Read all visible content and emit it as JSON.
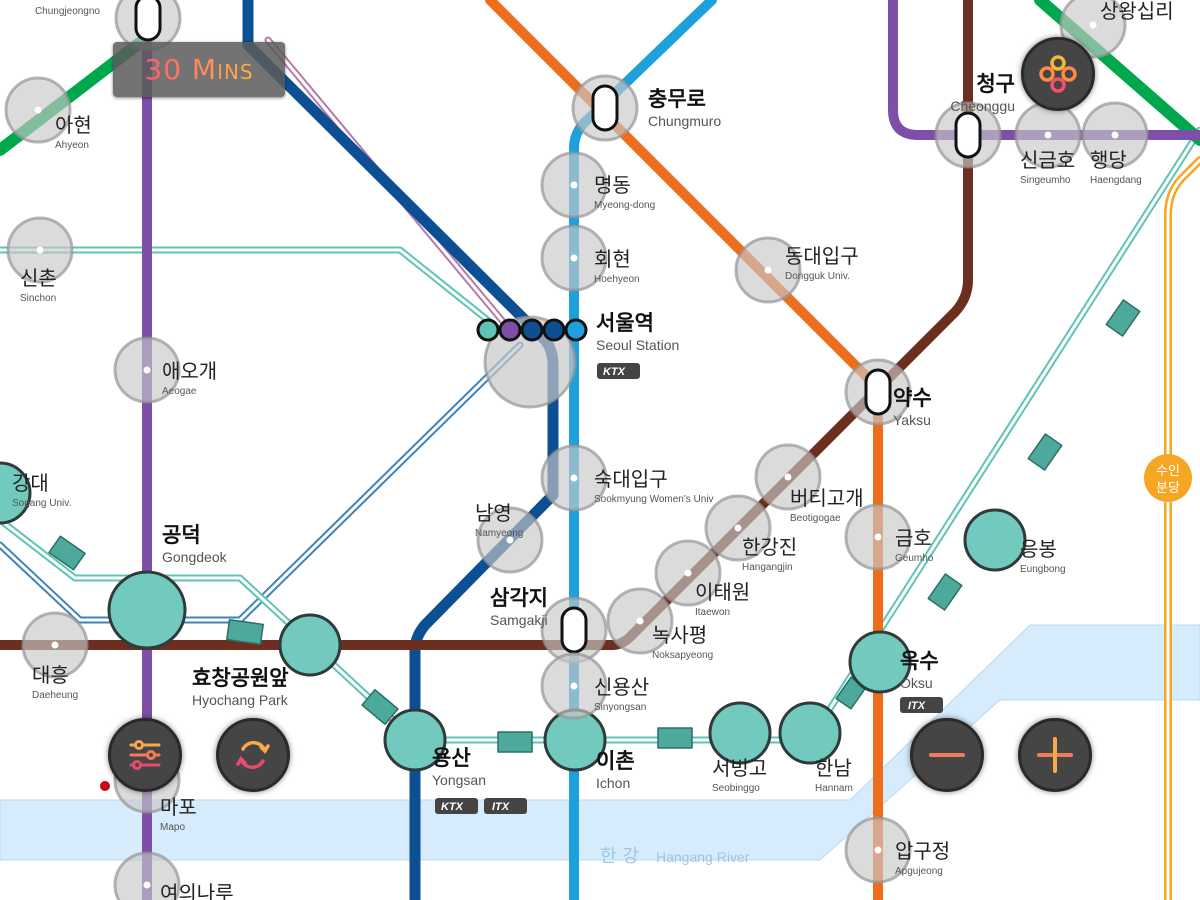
{
  "timer_badge": {
    "label": "30 Mins"
  },
  "buttons": {
    "filter": {
      "icon": "sliders-icon"
    },
    "refresh": {
      "icon": "refresh-icon"
    },
    "zoom_out": {
      "icon": "minus-icon"
    },
    "zoom_in": {
      "icon": "plus-icon"
    },
    "menu": {
      "icon": "rings-menu-icon"
    }
  },
  "colors": {
    "line1": "#0c4f93",
    "line2": "#00a84d",
    "line3": "#ef6c1a",
    "line4": "#1ea0dc",
    "line5": "#7d4fa8",
    "line6": "#6b2e1f",
    "gyeongui": "#5fc4b5",
    "airport": "#3f82b8",
    "bundang": "#f5a623",
    "river": "#d6ebfb",
    "accent": "#ff8a50"
  },
  "river_label": {
    "ko": "한 강",
    "en": "Hangang River"
  },
  "bundang_badge": {
    "label1": "수인",
    "label2": "분당"
  },
  "service_badges": {
    "ktx": "KTX",
    "itx": "ITX"
  },
  "stations": [
    {
      "ko": "",
      "en": "Chungjeongno"
    },
    {
      "ko": "아현",
      "en": "Ahyeon"
    },
    {
      "ko": "신촌",
      "en": "Sinchon"
    },
    {
      "ko": "애오개",
      "en": "Aeogae"
    },
    {
      "ko": "강대",
      "en": "Sogang Univ."
    },
    {
      "ko": "공덕",
      "en": "Gongdeok"
    },
    {
      "ko": "대흥",
      "en": "Daeheung"
    },
    {
      "ko": "효창공원앞",
      "en": "Hyochang Park"
    },
    {
      "ko": "마포",
      "en": "Mapo"
    },
    {
      "ko": "여의나루",
      "en": ""
    },
    {
      "ko": "용산",
      "en": "Yongsan"
    },
    {
      "ko": "이촌",
      "en": "Ichon"
    },
    {
      "ko": "서빙고",
      "en": "Seobinggo"
    },
    {
      "ko": "한남",
      "en": "Hannam"
    },
    {
      "ko": "옥수",
      "en": "Oksu"
    },
    {
      "ko": "응봉",
      "en": "Eungbong"
    },
    {
      "ko": "충무로",
      "en": "Chungmuro"
    },
    {
      "ko": "명동",
      "en": "Myeong-dong"
    },
    {
      "ko": "회현",
      "en": "Hoehyeon"
    },
    {
      "ko": "서울역",
      "en": "Seoul Station"
    },
    {
      "ko": "숙대입구",
      "en": "Sookmyung Women's Univ"
    },
    {
      "ko": "남영",
      "en": "Namyeong"
    },
    {
      "ko": "삼각지",
      "en": "Samgakji"
    },
    {
      "ko": "신용산",
      "en": "Sinyongsan"
    },
    {
      "ko": "동대입구",
      "en": "Dongguk Univ."
    },
    {
      "ko": "약수",
      "en": "Yaksu"
    },
    {
      "ko": "버티고개",
      "en": "Beotigogae"
    },
    {
      "ko": "한강진",
      "en": "Hangangjin"
    },
    {
      "ko": "이태원",
      "en": "Itaewon"
    },
    {
      "ko": "녹사평",
      "en": "Noksapyeong"
    },
    {
      "ko": "금호",
      "en": "Geumho"
    },
    {
      "ko": "압구정",
      "en": "Apgujeong"
    },
    {
      "ko": "청구",
      "en": "Cheonggu"
    },
    {
      "ko": "신금호",
      "en": "Singeumho"
    },
    {
      "ko": "행당",
      "en": "Haengdang"
    },
    {
      "ko": "상왕십리",
      "en": ""
    }
  ]
}
